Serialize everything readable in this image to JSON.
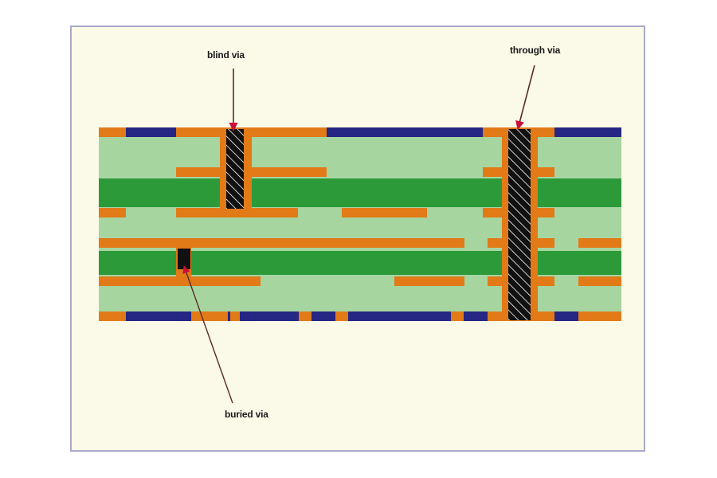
{
  "diagram": {
    "labels": {
      "blind_via": "blind via",
      "through_via": "through via",
      "buried_via": "buried via"
    },
    "colors": {
      "background": "#fbf9e7",
      "border": "#a9a9c9",
      "dielectric": "#a6d5a0",
      "core": "#2d9a3a",
      "copper": "#e27a18",
      "solder_mask": "#262685",
      "via_fill": "#111111",
      "arrow": "#c8103a"
    }
  }
}
